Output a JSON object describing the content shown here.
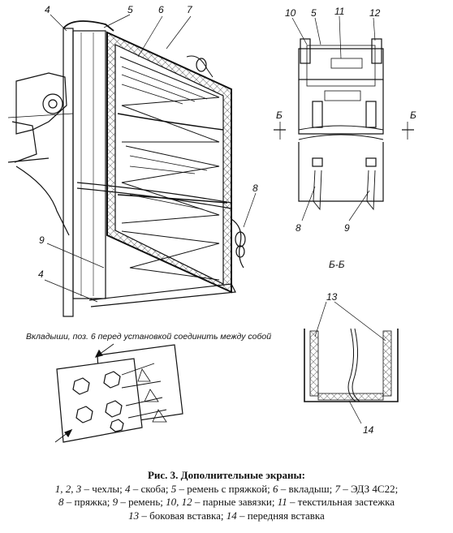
{
  "callouts": {
    "left": [
      "4",
      "5",
      "6",
      "7",
      "8",
      "9",
      "4"
    ],
    "front": [
      "10",
      "5",
      "11",
      "12",
      "8",
      "9"
    ],
    "section_mark": "Б",
    "section_title": "Б-Б",
    "insert": [
      "13",
      "14"
    ]
  },
  "note": "Вкладыши, поз. 6 перед установкой соединить между собой",
  "caption": {
    "title": "Рис. 3. Дополнительные экраны:",
    "lines": [
      {
        "parts": [
          {
            "text": "1, 2, 3",
            "italic": true
          },
          {
            "text": " – чехлы; ",
            "italic": false
          },
          {
            "text": "4",
            "italic": true
          },
          {
            "text": " – скоба; ",
            "italic": false
          },
          {
            "text": "5",
            "italic": true
          },
          {
            "text": " – ремень с пряжкой; ",
            "italic": false
          },
          {
            "text": "6",
            "italic": true
          },
          {
            "text": " – вкладыш; ",
            "italic": false
          },
          {
            "text": "7",
            "italic": true
          },
          {
            "text": " – ЭДЗ 4С22;",
            "italic": false
          }
        ]
      },
      {
        "parts": [
          {
            "text": "8",
            "italic": true
          },
          {
            "text": " – пряжка; ",
            "italic": false
          },
          {
            "text": "9",
            "italic": true
          },
          {
            "text": " – ремень; ",
            "italic": false
          },
          {
            "text": "10, 12",
            "italic": true
          },
          {
            "text": " – парные завязки; ",
            "italic": false
          },
          {
            "text": "11",
            "italic": true
          },
          {
            "text": " – текстильная застежка",
            "italic": false
          }
        ]
      },
      {
        "parts": [
          {
            "text": "13",
            "italic": true
          },
          {
            "text": " – боковая вставка; ",
            "italic": false
          },
          {
            "text": "14",
            "italic": true
          },
          {
            "text": " – передняя вставка",
            "italic": false
          }
        ]
      }
    ]
  }
}
